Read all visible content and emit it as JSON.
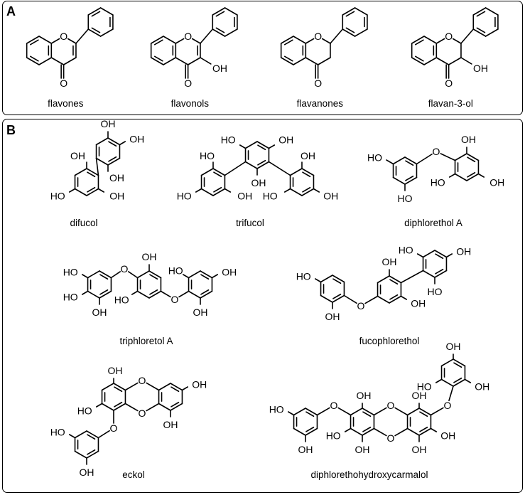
{
  "panels": {
    "a": {
      "letter": "A",
      "compounds": [
        {
          "id": "flavones",
          "name": "flavones",
          "oh3": false,
          "c2c3_double": true
        },
        {
          "id": "flavonols",
          "name": "flavonols",
          "oh3": true,
          "c2c3_double": true
        },
        {
          "id": "flavanones",
          "name": "flavanones",
          "oh3": false,
          "c2c3_double": false
        },
        {
          "id": "flavan-3-ol",
          "name": "flavan-3-ol",
          "oh3": true,
          "c2c3_double": false
        }
      ]
    },
    "b": {
      "letter": "B",
      "compounds": [
        {
          "id": "difucol",
          "name": "difucol"
        },
        {
          "id": "trifucol",
          "name": "trifucol"
        },
        {
          "id": "diphlorethol-a",
          "name": "diphlorethol A"
        },
        {
          "id": "triphloretol-a",
          "name": "triphloretol A"
        },
        {
          "id": "fucophlorethol",
          "name": "fucophlorethol"
        },
        {
          "id": "eckol",
          "name": "eckol"
        },
        {
          "id": "diphlorethohydroxycarmalol",
          "name": "diphlorethohydroxycarmalol"
        }
      ]
    }
  },
  "atom_labels": {
    "o": "O",
    "oh": "OH",
    "ho": "HO"
  }
}
